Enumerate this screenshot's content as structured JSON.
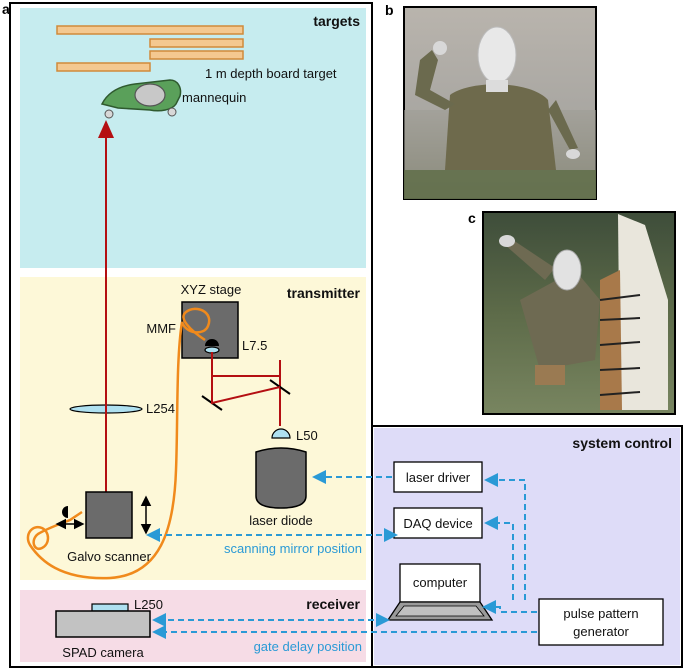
{
  "panels": {
    "a": "a",
    "b": "b",
    "c": "c"
  },
  "sections": {
    "targets": "targets",
    "transmitter": "transmitter",
    "receiver": "receiver",
    "system_control": "system control"
  },
  "labels": {
    "board_target": "1 m depth board target",
    "mannequin": "mannequin",
    "xyz_stage": "XYZ stage",
    "mmf": "MMF",
    "l7_5": "L7.5",
    "l254": "L254",
    "l50": "L50",
    "laser_diode": "laser diode",
    "galvo_scanner": "Galvo scanner",
    "scanning_mirror_position": "scanning mirror position",
    "l250": "L250",
    "spad_camera": "SPAD camera",
    "gate_delay_position": "gate delay position"
  },
  "system_boxes": {
    "laser_driver": "laser driver",
    "daq_device": "DAQ device",
    "computer": "computer",
    "pulse_pattern_generator_1": "pulse pattern",
    "pulse_pattern_generator_2": "generator"
  },
  "colors": {
    "targets_bg": "#c6ecef",
    "transmitter_bg": "#fdf8d8",
    "receiver_bg": "#f6dce6",
    "system_bg": "#dedcf8",
    "beam": "#b40f12",
    "fiber": "#f08a1c",
    "signal": "#2a9ad6",
    "board": "#f4c890",
    "board_stroke": "#d08a3a",
    "mannequin": "#5aa05a",
    "device_gray": "#6b6b6b"
  }
}
